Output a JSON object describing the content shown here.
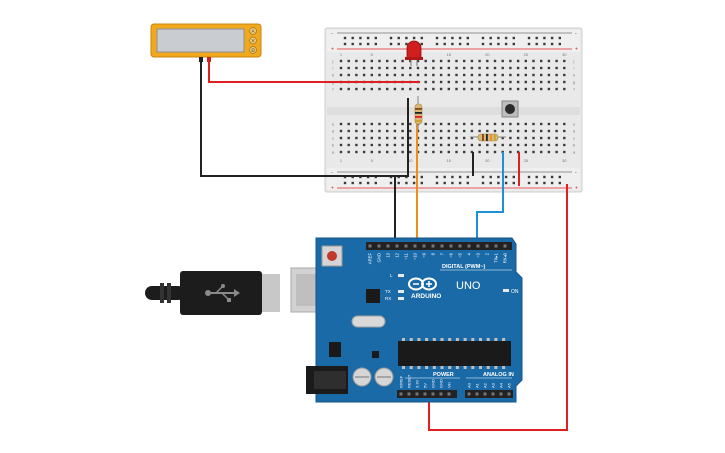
{
  "canvas": {
    "background": "#ffffff"
  },
  "multimeter": {
    "body_color": "#f2a81d",
    "screen_color": "#c9cdd1",
    "buttons": [
      "A",
      "V",
      "Ω"
    ]
  },
  "breadboard": {
    "body_color": "#e9e9e9",
    "hole_color": "#3a3a3a",
    "power_rail_positive_color": "#e02020",
    "power_rail_negative_color": "#333333",
    "rail_labels": [
      "+",
      "-"
    ],
    "row_labels": [
      "a",
      "b",
      "c",
      "d",
      "e",
      "f",
      "g",
      "h",
      "i",
      "j"
    ],
    "column_labels": [
      "1",
      "5",
      "10",
      "15",
      "20",
      "25",
      "30"
    ]
  },
  "components": {
    "led": {
      "color": "#d11f1f"
    },
    "resistor_1": {
      "color": "#d8b878"
    },
    "resistor_2": {
      "color": "#d8b878"
    },
    "pushbutton": {
      "color": "#2b2b2b"
    }
  },
  "wires": {
    "red": "#e02020",
    "black": "#222222",
    "orange": "#f08c1c",
    "blue": "#1f8fd6"
  },
  "arduino": {
    "board_color": "#1b6aa8",
    "brand": "ARDUINO",
    "model": "UNO",
    "digital_header": "DIGITAL (PWM~)",
    "analog_header": "ANALOG IN",
    "power_header": "POWER",
    "on_label": "ON",
    "l_label": "L",
    "tx_label": "TX",
    "rx_label": "RX",
    "digital_pins": [
      "AREF",
      "GND",
      "13",
      "12",
      "~11",
      "~10",
      "~9",
      "8",
      "7",
      "~6",
      "~5",
      "4",
      "~3",
      "2",
      "TX▸1",
      "RX◂0"
    ],
    "power_pins": [
      "IOREF",
      "RESET",
      "3.3V",
      "5V",
      "GND",
      "GND",
      "Vin"
    ],
    "analog_pins": [
      "A0",
      "A1",
      "A2",
      "A3",
      "A4",
      "A5"
    ]
  },
  "usb_cable": {
    "plug_color": "#1c1c1c",
    "connector_color": "#c8c8c8"
  }
}
